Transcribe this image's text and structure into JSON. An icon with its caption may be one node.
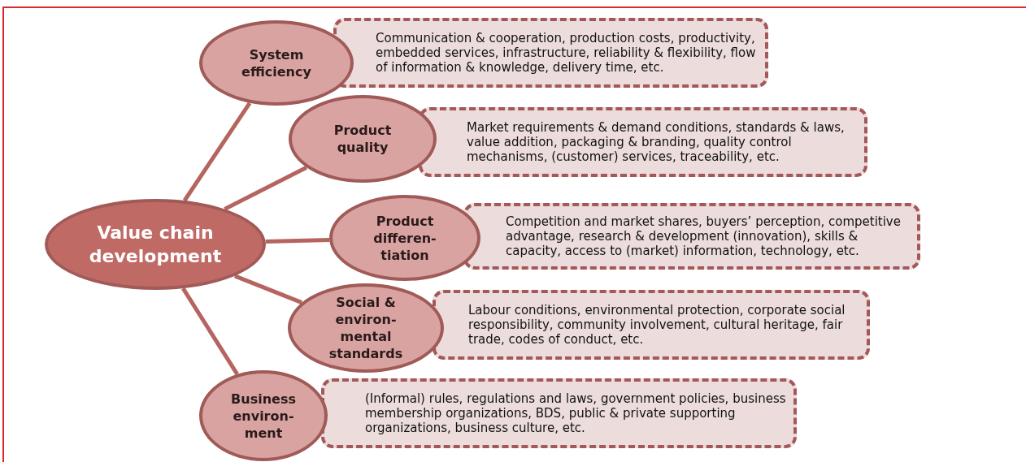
{
  "diagram": {
    "nodes": [
      {
        "text": [
          "Value chain development"
        ]
      },
      {
        "text": [
          "System efficiency"
        ]
      },
      {
        "text": [
          "Product quality"
        ]
      },
      {
        "text": [
          "Product differen- tiation"
        ]
      },
      {
        "text": [
          "Social & environ- mental standards"
        ]
      },
      {
        "text": [
          "Business environ- ment"
        ]
      },
      {
        "text": [
          "Communication & cooperation,  production costs, productivity, embedded services, infrastructure, reliability & flexibility, flow of information & knowledge, delivery time, etc."
        ]
      },
      {
        "text": [
          "Market requirements & demand conditions, standards & laws, value addition, packaging & branding, quality control mechanisms, (customer) services, traceability, etc."
        ]
      },
      {
        "text": [
          "Competition and market shares, buyers’ perception, competitive advantage, research & development (innovation), skills & capacity, access to (market) information, technology, etc."
        ]
      },
      {
        "text": [
          "Labour conditions, environmental protection, corporate social responsibility, community involvement, cultural heritage, fair trade, codes of conduct, etc."
        ]
      },
      {
        "text": [
          "(Informal) rules, regulations and laws,  government policies, business membership organizations, BDS, public & private supporting organizations, business culture, etc."
        ]
      }
    ],
    "edges": [
      {
        "from": 0,
        "to": 1,
        "arrow": "none"
      },
      {
        "from": 0,
        "to": 2,
        "arrow": "none"
      },
      {
        "from": 0,
        "to": 3,
        "arrow": "none"
      },
      {
        "from": 0,
        "to": 4,
        "arrow": "none"
      },
      {
        "from": 0,
        "to": 5,
        "arrow": "none"
      }
    ]
  }
}
